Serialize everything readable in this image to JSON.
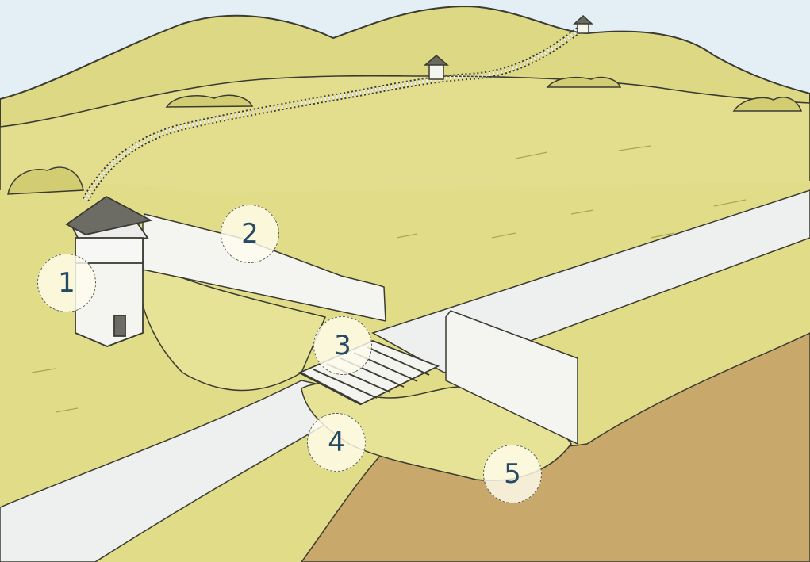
{
  "markers": [
    {
      "label": "1"
    },
    {
      "label": "2"
    },
    {
      "label": "3"
    },
    {
      "label": "4"
    },
    {
      "label": "5"
    }
  ],
  "colors": {
    "sky": "#e3eff5",
    "grass": "#ddd884",
    "grass_light": "#e7e49a",
    "path": "#eef0ef",
    "soil": "#c9a86b",
    "ink": "#3b3b33",
    "marker_fill": "#fffdee",
    "marker_text": "#264a66"
  }
}
